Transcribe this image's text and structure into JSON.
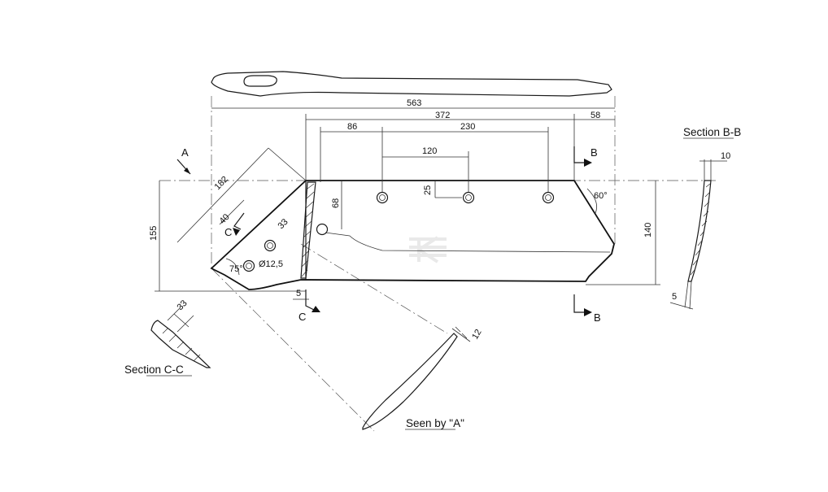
{
  "sections": {
    "bb_title": "Section B-B",
    "cc_title": "Section C-C",
    "seen_by_a": "Seen by \"A\""
  },
  "markers": {
    "a": "A",
    "b": "B",
    "c": "C"
  },
  "dimensions": {
    "overall_length": "563",
    "length_372": "372",
    "length_58": "58",
    "d86": "86",
    "d230": "230",
    "d120": "120",
    "d25": "25",
    "d68": "68",
    "d182": "182",
    "d40": "40",
    "d33": "33",
    "hole_dia": "Ø12,5",
    "angle_75": "75°",
    "height_155": "155",
    "d5": "5",
    "angle_60": "60°",
    "height_140": "140",
    "bb_10": "10",
    "bb_5": "5",
    "cc_33": "33",
    "seen_12": "12"
  }
}
